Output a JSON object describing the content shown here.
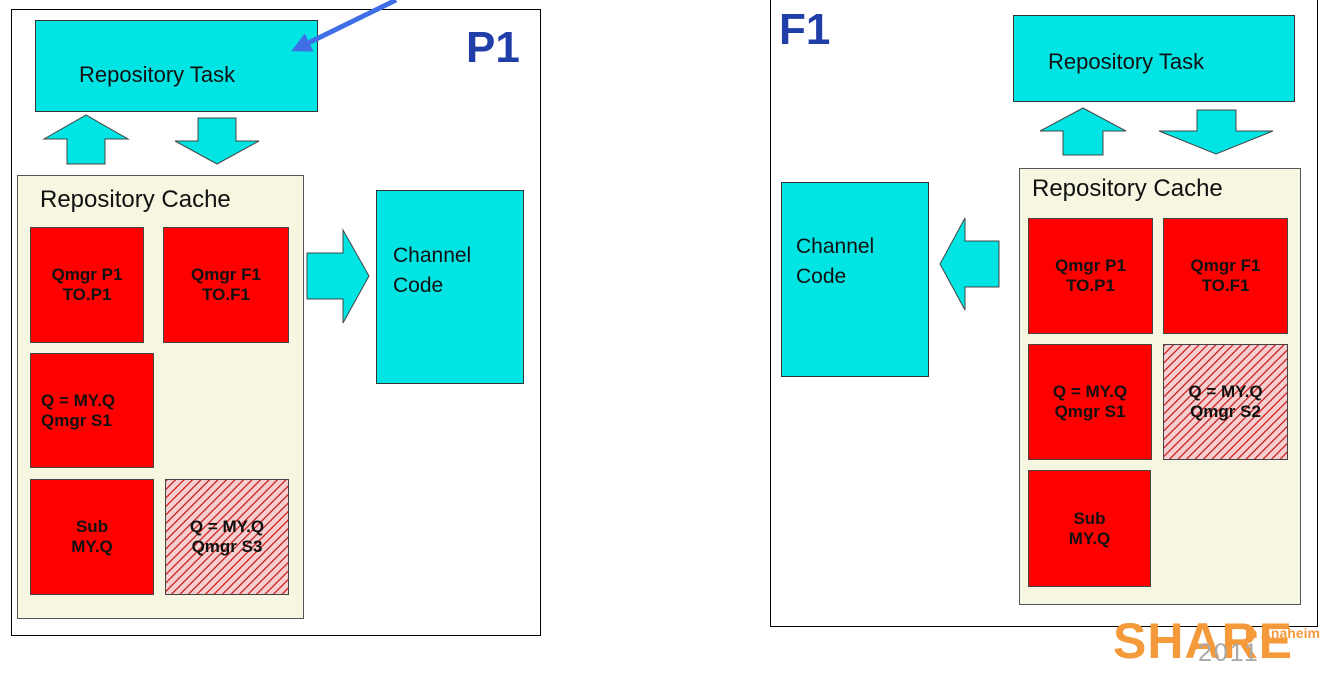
{
  "left_panel": {
    "qmgr_name": "P1",
    "repository_task": "Repository Task",
    "repository_cache": "Repository Cache",
    "entries": [
      {
        "line1": "Qmgr P1",
        "line2": "TO.P1",
        "hatched": false
      },
      {
        "line1": "Qmgr F1",
        "line2": "TO.F1",
        "hatched": false
      },
      {
        "line1": "Q = MY.Q",
        "line2": "Qmgr S1",
        "hatched": false
      },
      {
        "line1": "Sub",
        "line2": "MY.Q",
        "hatched": false
      },
      {
        "line1": "Q = MY.Q",
        "line2": "Qmgr S3",
        "hatched": true
      }
    ],
    "channel_code": {
      "line1": "Channel",
      "line2": "Code"
    }
  },
  "right_panel": {
    "qmgr_name": "F1",
    "repository_task": "Repository Task",
    "repository_cache": "Repository Cache",
    "entries": [
      {
        "line1": "Qmgr P1",
        "line2": "TO.P1",
        "hatched": false
      },
      {
        "line1": "Qmgr F1",
        "line2": "TO.F1",
        "hatched": false
      },
      {
        "line1": "Q = MY.Q",
        "line2": "Qmgr S1",
        "hatched": false
      },
      {
        "line1": "Q = MY.Q",
        "line2": "Qmgr S2",
        "hatched": true
      },
      {
        "line1": "Sub",
        "line2": "MY.Q",
        "hatched": false
      }
    ],
    "channel_code": {
      "line1": "Channel",
      "line2": "Code"
    }
  },
  "logo": {
    "word": "SHARE",
    "location": "in Anaheim",
    "year": "2011"
  },
  "colors": {
    "task_box": "#00e4e4",
    "cache_bg": "#f7f7e1",
    "entry": "#ff0000",
    "title": "#1f3ea8",
    "pointer_arrow": "#3f6fe6",
    "logo": "#f49a3b",
    "logo_year": "#a9a9a9"
  }
}
